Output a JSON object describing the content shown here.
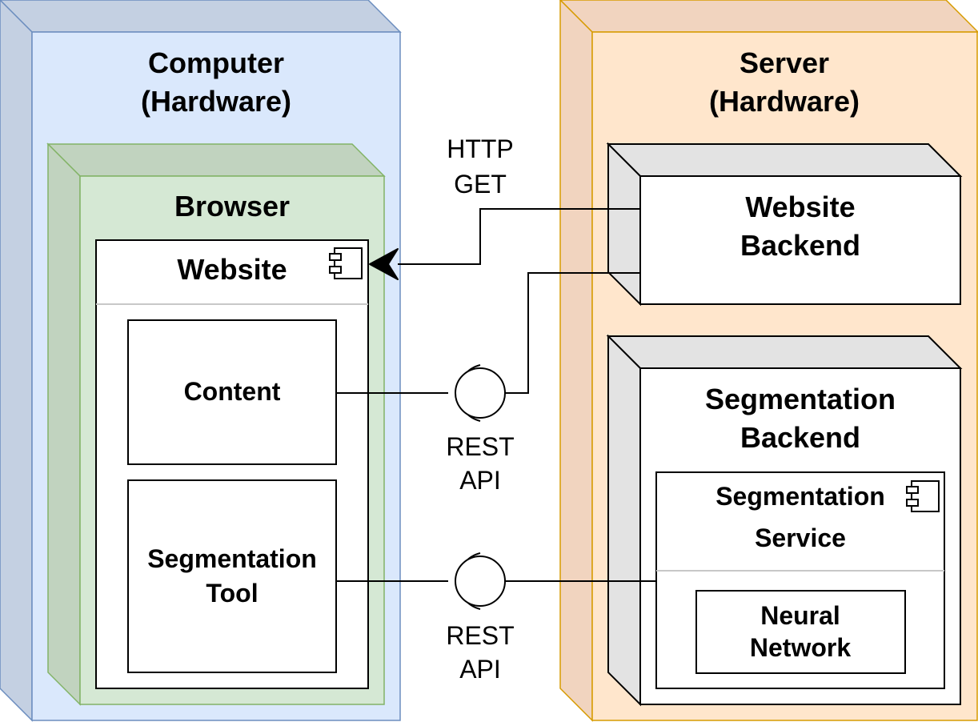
{
  "computer": {
    "title_line1": "Computer",
    "title_line2": "(Hardware)"
  },
  "browser": {
    "title": "Browser"
  },
  "website": {
    "title": "Website",
    "content_label": "Content",
    "tool_label_line1": "Segmentation",
    "tool_label_line2": "Tool"
  },
  "server": {
    "title_line1": "Server",
    "title_line2": "(Hardware)"
  },
  "website_backend": {
    "label_line1": "Website",
    "label_line2": "Backend"
  },
  "segmentation_backend": {
    "label_line1": "Segmentation",
    "label_line2": "Backend"
  },
  "segmentation_service": {
    "label_line1": "Segmentation",
    "label_line2": "Service"
  },
  "neural_network": {
    "label_line1": "Neural",
    "label_line2": "Network"
  },
  "connections": {
    "http_line1": "HTTP",
    "http_line2": "GET",
    "rest1_line1": "REST",
    "rest1_line2": "API",
    "rest2_line1": "REST",
    "rest2_line2": "API"
  },
  "colors": {
    "computer_fill": "#dae8fc",
    "computer_stroke": "#6c8ebf",
    "computer_side": "#c4d0e2",
    "browser_fill": "#d5e8d4",
    "browser_stroke": "#82b366",
    "browser_side": "#c1d3bf",
    "server_fill": "#ffe6cc",
    "server_stroke": "#d79b00",
    "server_side": "#f1d4bf",
    "box_stroke": "#000000",
    "node_side": "#e3e3e3"
  }
}
